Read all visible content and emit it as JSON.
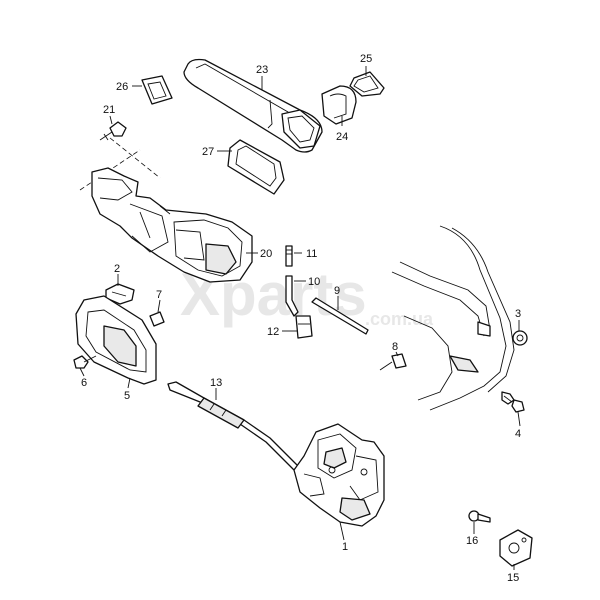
{
  "watermark": {
    "main": "Xparts",
    "sub": ".com.ua"
  },
  "callouts": {
    "c1": "1",
    "c2": "2",
    "c3": "3",
    "c4": "4",
    "c5": "5",
    "c6": "6",
    "c7": "7",
    "c8": "8",
    "c9": "9",
    "c10": "10",
    "c11": "11",
    "c12": "12",
    "c13": "13",
    "c15": "15",
    "c16": "16",
    "c20": "20",
    "c21": "21",
    "c23": "23",
    "c24": "24",
    "c25": "25",
    "c26": "26",
    "c27": "27"
  }
}
